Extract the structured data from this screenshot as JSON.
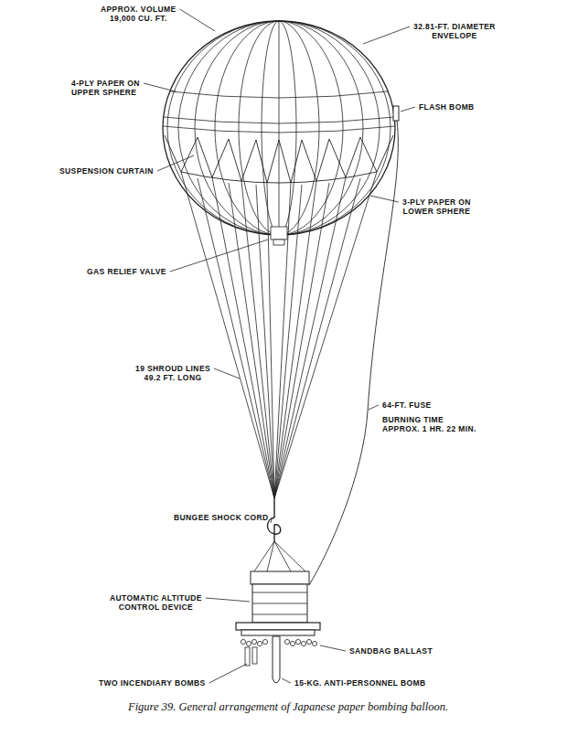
{
  "diagram": {
    "caption": "Figure 39. General arrangement of Japanese paper bombing balloon.",
    "labels": [
      "APPROX. VOLUME 19,000 CU. FT.",
      "32.81-FT. DIAMETER ENVELOPE",
      "4-PLY PAPER ON UPPER SPHERE",
      "FLASH BOMB",
      "SUSPENSION CURTAIN",
      "3-PLY PAPER ON LOWER SPHERE",
      "GAS RELIEF VALVE",
      "19 SHROUD LINES 49.2 FT. LONG",
      "64-FT. FUSE",
      "BURNING TIME APPROX. 1 HR. 22 MIN.",
      "BUNGEE SHOCK CORD",
      "AUTOMATIC ALTITUDE CONTROL DEVICE",
      "SANDBAG BALLAST",
      "TWO INCENDIARY BOMBS",
      "15-KG. ANTI-PERSONNEL BOMB"
    ]
  }
}
